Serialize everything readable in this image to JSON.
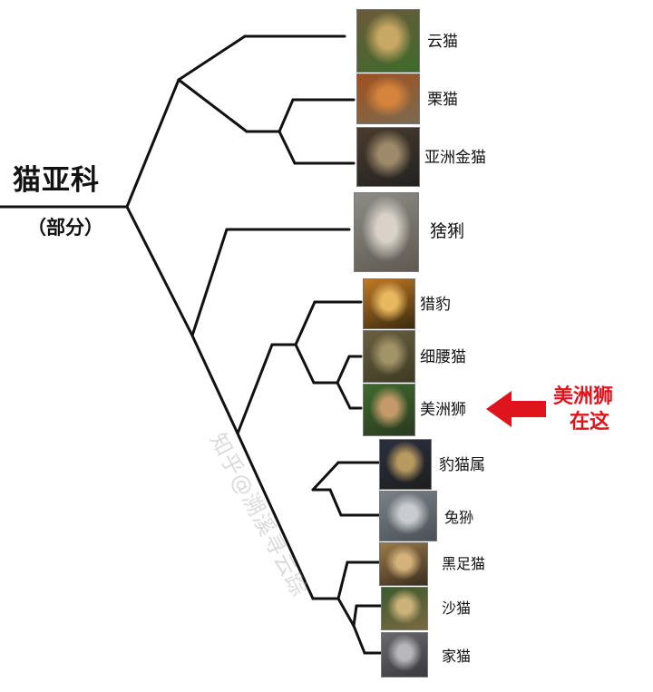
{
  "root": {
    "title": "猫亚科",
    "subtitle": "（部分）"
  },
  "species": [
    {
      "label": "云猫",
      "icon": "clouded-leopard-photo",
      "colors": [
        "#6b5a3a",
        "#c9a864",
        "#3d6b2a"
      ]
    },
    {
      "label": "栗猫",
      "icon": "bay-cat-photo",
      "colors": [
        "#a2501c",
        "#d6843c",
        "#7a6b52"
      ]
    },
    {
      "label": "亚洲金猫",
      "icon": "golden-cat-photo",
      "colors": [
        "#4a3c2c",
        "#9e8a6a",
        "#222222"
      ]
    },
    {
      "label": "猞猁",
      "icon": "lynx-photo",
      "colors": [
        "#8c8c86",
        "#d8d2c8",
        "#5f5a52"
      ]
    },
    {
      "label": "猎豹",
      "icon": "cheetah-photo",
      "colors": [
        "#c07a24",
        "#e8b860",
        "#3a2a10"
      ]
    },
    {
      "label": "细腰猫",
      "icon": "jaguarundi-photo",
      "colors": [
        "#6a6040",
        "#a09468",
        "#3d3a24"
      ]
    },
    {
      "label": "美洲狮",
      "icon": "puma-photo",
      "colors": [
        "#3e6a2e",
        "#c49a6a",
        "#2a3a1e"
      ]
    },
    {
      "label": "豹猫属",
      "icon": "leopard-cat-photo",
      "colors": [
        "#2a3040",
        "#b89a60",
        "#1e1e1e"
      ]
    },
    {
      "label": "兔狲",
      "icon": "pallas-cat-photo",
      "colors": [
        "#7a8288",
        "#c8ccd0",
        "#4a5056"
      ]
    },
    {
      "label": "黑足猫",
      "icon": "black-footed-cat-photo",
      "colors": [
        "#9a7a4a",
        "#d4b27a",
        "#3a2e1e"
      ]
    },
    {
      "label": "沙猫",
      "icon": "sand-cat-photo",
      "colors": [
        "#3c5a2e",
        "#cab27a",
        "#7a6a42"
      ]
    },
    {
      "label": "家猫",
      "icon": "domestic-cat-photo",
      "colors": [
        "#6a6a6e",
        "#b8b8bc",
        "#3a3a3e"
      ]
    }
  ],
  "callout": {
    "line1": "美洲狮",
    "line2": "在这",
    "color": "#e0141c"
  },
  "watermark": "知乎@溯溪寻云踪"
}
